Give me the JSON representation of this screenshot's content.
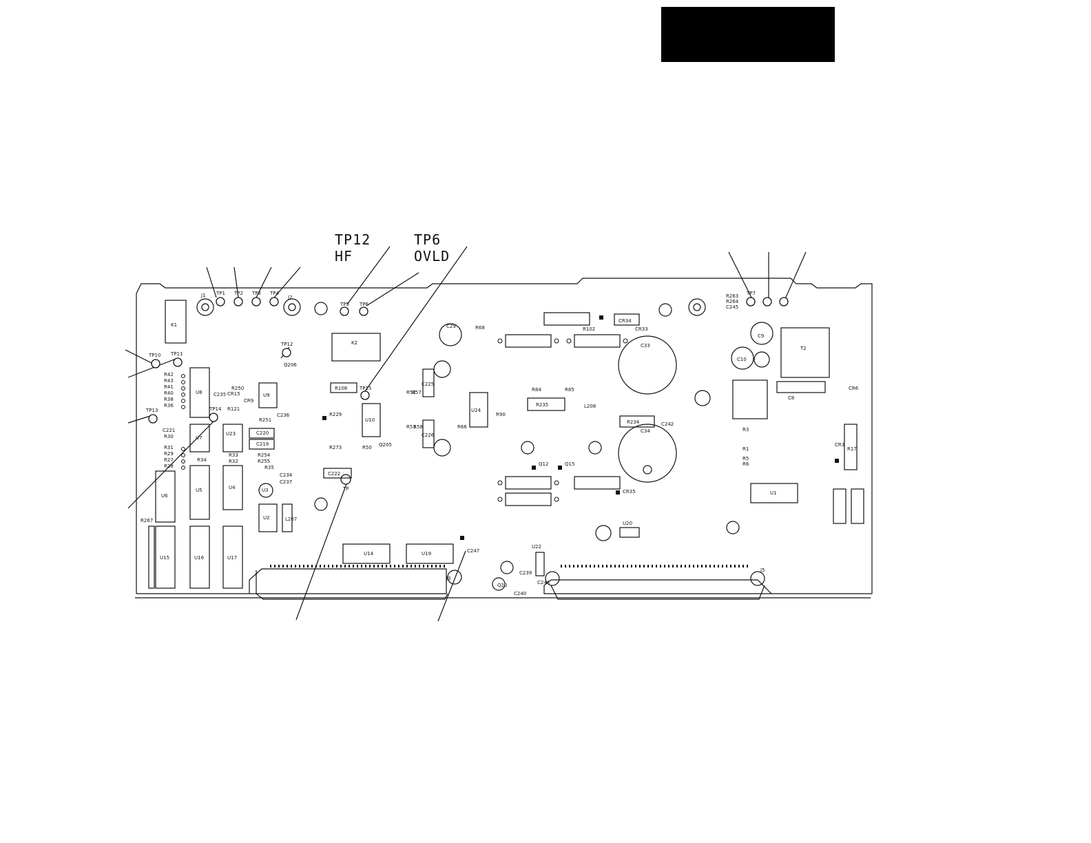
{
  "callouts": {
    "tp12": {
      "name": "TP12",
      "signal": "HF"
    },
    "tp6": {
      "name": "TP6",
      "signal": "OVLD"
    }
  },
  "labels": {
    "j1": "J1",
    "j2": "J2",
    "j3": "J3",
    "j5": "J5",
    "k1": "K1",
    "k2": "K2",
    "t2": "T2",
    "tp1": "TP1",
    "tp2": "TP2",
    "tp3": "TP3",
    "tp4": "TP4",
    "tp5": "TP5",
    "tp6": "TP6",
    "tp7": "TP7",
    "tp10": "TP10",
    "tp11": "TP11",
    "tp12": "TP12",
    "tp13": "TP13",
    "tp14": "TP14",
    "tp15": "TP15",
    "u1": "U1",
    "u2": "U2",
    "u3": "U3",
    "u4": "U4",
    "u5": "U5",
    "u6": "U6",
    "u7": "U7",
    "u8": "U8",
    "u9": "U9",
    "u10": "U10",
    "u14": "U14",
    "u15": "U15",
    "u16": "U16",
    "u17": "U17",
    "u19": "U19",
    "u20": "U20",
    "u22": "U22",
    "u23": "U23",
    "u24": "U24",
    "c8": "C8",
    "c9": "C9",
    "c10": "C10",
    "c29": "C29",
    "c33": "C33",
    "c34": "C34",
    "c219": "C219",
    "c220": "C220",
    "c221": "C221",
    "c222": "C222",
    "c225": "C225",
    "c226": "C226",
    "c234": "C234",
    "c235": "C235",
    "c236": "C236",
    "c237": "C237",
    "c239": "C239",
    "c240": "C240",
    "c242": "C242",
    "c245": "C245",
    "c247": "C247",
    "c248": "C248",
    "r17": "R17",
    "r27": "R27",
    "r28": "R28",
    "r29": "R29",
    "r30": "R30",
    "r31": "R31",
    "r32": "R32",
    "r33": "R33",
    "r34": "R34",
    "r35": "R35",
    "r36": "R36",
    "r38": "R38",
    "r40": "R40",
    "r41": "R41",
    "r42": "R42",
    "r43": "R43",
    "r50": "R50",
    "r52": "R52",
    "r53": "R53",
    "r57": "R57",
    "r58": "R58",
    "r66": "R66",
    "r68": "R68",
    "r84": "R84",
    "r85": "R85",
    "r90": "R90",
    "r102": "R102",
    "r108": "R108",
    "r121": "R121",
    "r229": "R229",
    "r234": "R234",
    "r235": "R235",
    "r250": "R250",
    "r251": "R251",
    "r254": "R254",
    "r255": "R255",
    "r263": "R263",
    "r264": "R264",
    "r267": "R267",
    "r273": "R273",
    "r1": "R1",
    "r3": "R3",
    "r5": "R5",
    "r6": "R6",
    "cr3": "CR3",
    "cr6": "CR6",
    "cr9": "CR9",
    "cr15": "CR15",
    "cr33": "CR33",
    "cr34": "CR34",
    "cr35": "CR35",
    "q12": "Q12",
    "q15": "Q15",
    "q20": "Q20",
    "q205": "Q205",
    "q206": "Q206",
    "l207": "L207",
    "l208": "L208",
    "tp": "TP"
  }
}
